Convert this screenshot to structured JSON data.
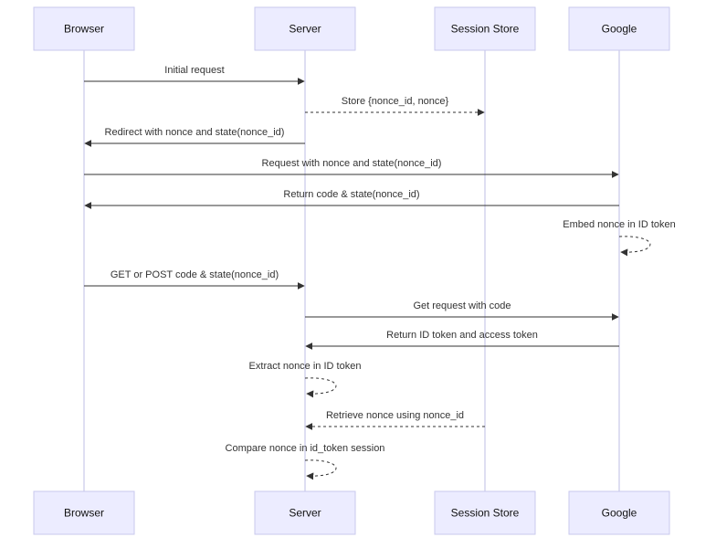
{
  "diagram": {
    "type": "sequence",
    "participants": [
      {
        "id": "browser",
        "label": "Browser"
      },
      {
        "id": "server",
        "label": "Server"
      },
      {
        "id": "session_store",
        "label": "Session Store"
      },
      {
        "id": "google",
        "label": "Google"
      }
    ],
    "messages": [
      {
        "from": "browser",
        "to": "server",
        "label": "Initial request",
        "style": "solid"
      },
      {
        "from": "server",
        "to": "session_store",
        "label": "Store {nonce_id, nonce}",
        "style": "dashed"
      },
      {
        "from": "server",
        "to": "browser",
        "label": "Redirect with nonce and state(nonce_id)",
        "style": "solid"
      },
      {
        "from": "browser",
        "to": "google",
        "label": "Request with nonce and state(nonce_id)",
        "style": "solid"
      },
      {
        "from": "google",
        "to": "browser",
        "label": "Return code & state(nonce_id)",
        "style": "solid"
      },
      {
        "from": "google",
        "to": "google",
        "label": "Embed nonce in ID token",
        "style": "dashed"
      },
      {
        "from": "browser",
        "to": "server",
        "label": "GET or POST code & state(nonce_id)",
        "style": "solid"
      },
      {
        "from": "server",
        "to": "google",
        "label": "Get request with code",
        "style": "solid"
      },
      {
        "from": "google",
        "to": "server",
        "label": "Return ID token and access token",
        "style": "solid"
      },
      {
        "from": "server",
        "to": "server",
        "label": "Extract nonce in ID token",
        "style": "dashed"
      },
      {
        "from": "session_store",
        "to": "server",
        "label": "Retrieve nonce using nonce_id",
        "style": "dashed"
      },
      {
        "from": "server",
        "to": "server",
        "label": "Compare nonce in id_token session",
        "style": "dashed"
      }
    ]
  },
  "colors": {
    "actor_fill": "#ECECFF",
    "actor_border": "#C9C9EE",
    "lifeline": "#D4D4EE",
    "line": "#333333"
  }
}
